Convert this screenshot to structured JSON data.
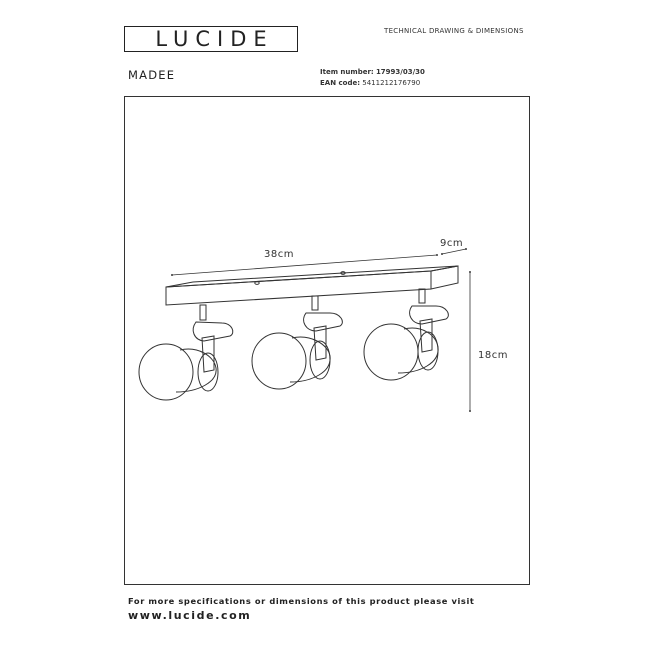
{
  "brand": {
    "logo_text": "LUCIDE"
  },
  "header": {
    "doc_type": "TECHNICAL DRAWING & DIMENSIONS"
  },
  "product": {
    "name": "MADEE",
    "item_number_label": "Item number:",
    "item_number": "17993/03/30",
    "ean_label": "EAN code:",
    "ean": "5411212176790"
  },
  "dimensions": {
    "length": "38cm",
    "depth": "9cm",
    "height": "18cm"
  },
  "footer": {
    "text": "For more specifications or dimensions of this product please visit",
    "url": "www.lucide.com"
  }
}
